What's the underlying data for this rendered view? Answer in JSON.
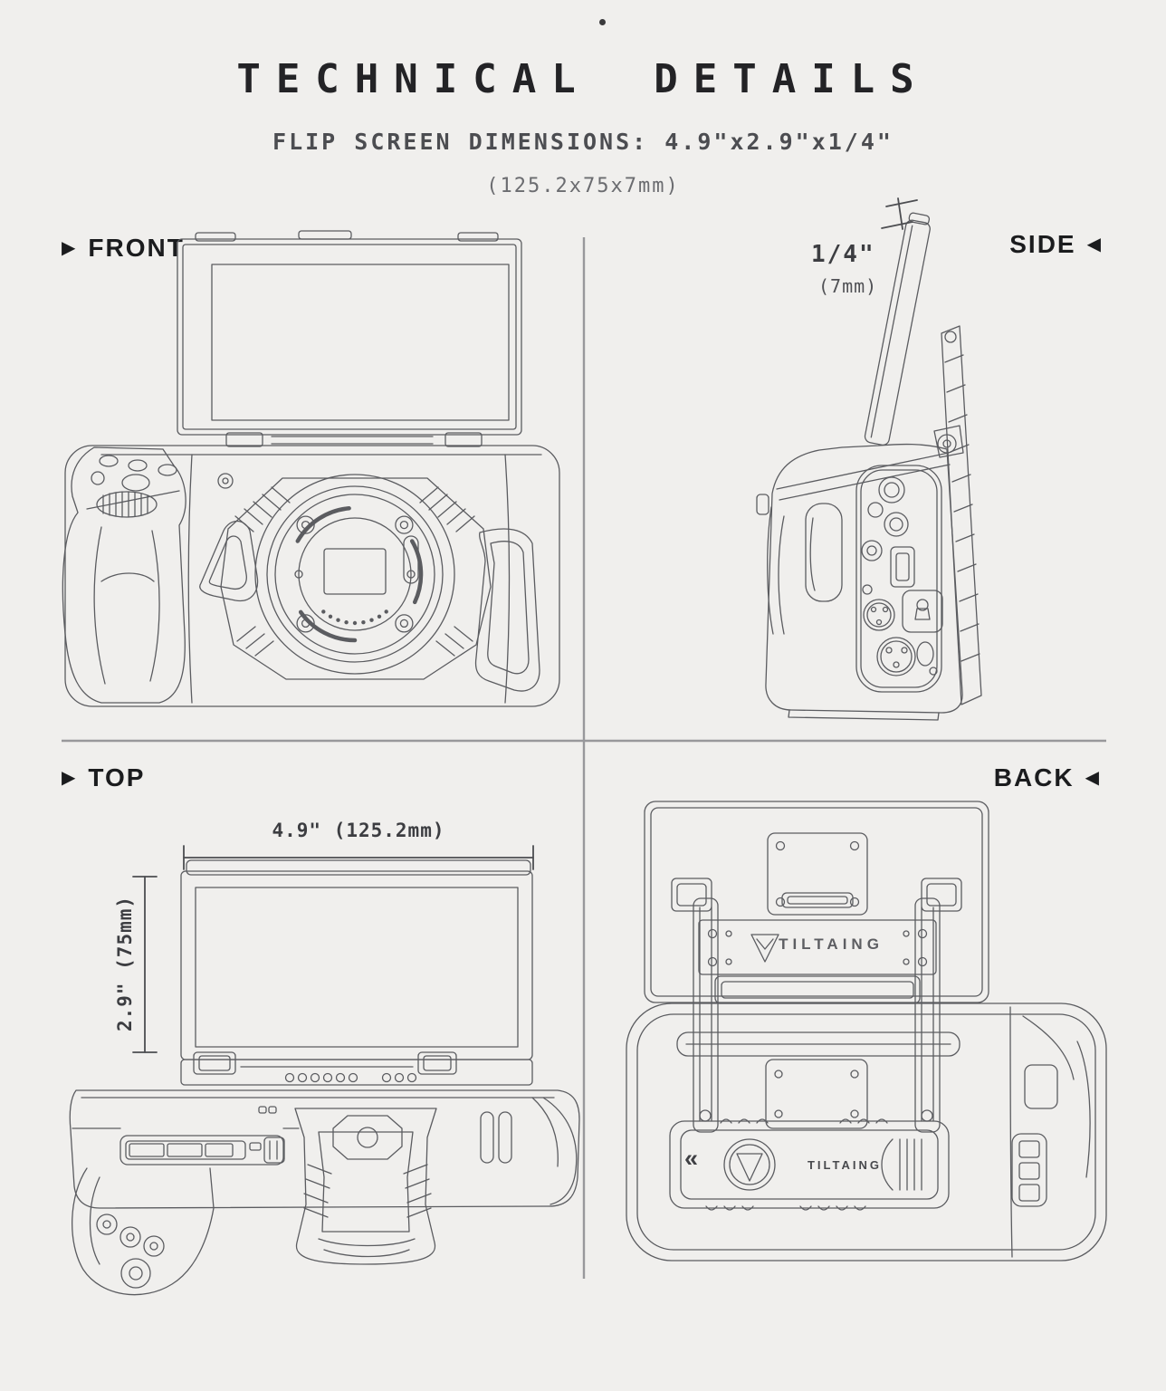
{
  "palette": {
    "background": "#f0efed",
    "ink": "#232326",
    "line": "#5b5c60",
    "divider": "#98989b"
  },
  "header": {
    "dot_icon": "•",
    "title": "TECHNICAL DETAILS",
    "subtitle": "FLIP SCREEN DIMENSIONS: 4.9\"x2.9\"x1/4\"",
    "metric": "(125.2x75x7mm)"
  },
  "views": {
    "front": {
      "marker": "▶",
      "label": "FRONT"
    },
    "side": {
      "label": "SIDE",
      "marker": "◀"
    },
    "top": {
      "marker": "▶",
      "label": "TOP"
    },
    "back": {
      "label": "BACK",
      "marker": "◀"
    }
  },
  "dimensions": {
    "width_label": "4.9\" (125.2mm)",
    "height_label": "2.9\" (75mm)",
    "thickness_inches": "1/4\"",
    "thickness_mm": "(7mm)"
  },
  "branding": {
    "monitor_plate_logo": "TILTAING",
    "battery_plate_logo": "TILTAING",
    "chevron_icon": "«"
  }
}
